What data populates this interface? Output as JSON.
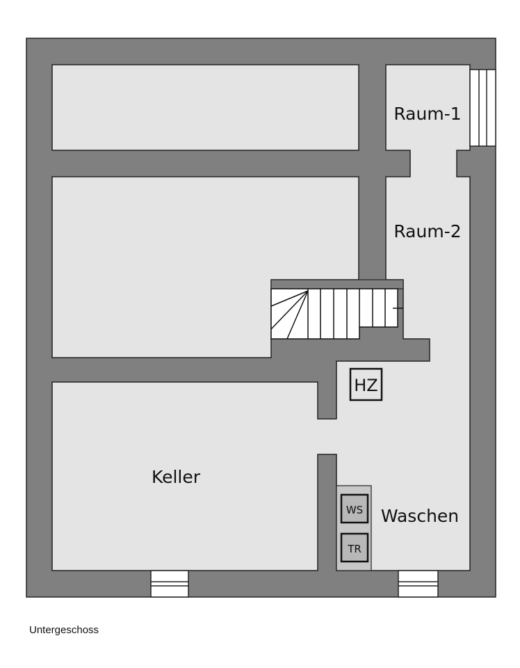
{
  "rooms": {
    "raum1": "Raum-1",
    "raum2": "Raum-2",
    "keller": "Keller",
    "waschen": "Waschen"
  },
  "fixtures": {
    "heating": "HZ",
    "washer": "WS",
    "dryer": "TR"
  },
  "caption": "Untergeschoss",
  "colors": {
    "wall": "#808080",
    "floor": "#e4e4e4",
    "appliance": "#c8c8c8"
  }
}
